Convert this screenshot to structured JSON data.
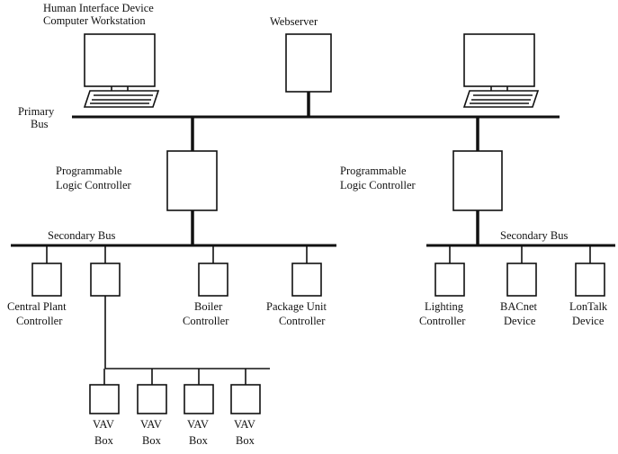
{
  "labels": {
    "hid_line1": "Human Interface Device",
    "hid_line2": "Computer Workstation",
    "webserver": "Webserver",
    "primary_bus_line1": "Primary",
    "primary_bus_line2": "Bus",
    "plc_left_line1": "Programmable",
    "plc_left_line2": "Logic Controller",
    "plc_right_line1": "Programmable",
    "plc_right_line2": "Logic Controller",
    "secondary_bus_left": "Secondary Bus",
    "secondary_bus_right": "Secondary Bus",
    "central_plant_line1": "Central Plant",
    "central_plant_line2": "Controller",
    "boiler_line1": "Boiler",
    "boiler_line2": "Controller",
    "package_unit_line1": "Package Unit",
    "package_unit_line2": "Controller",
    "lighting_line1": "Lighting",
    "lighting_line2": "Controller",
    "bacnet_line1": "BACnet",
    "bacnet_line2": "Device",
    "lontalk_line1": "LonTalk",
    "lontalk_line2": "Device",
    "vav_line1": "VAV",
    "vav_line2": "Box"
  }
}
